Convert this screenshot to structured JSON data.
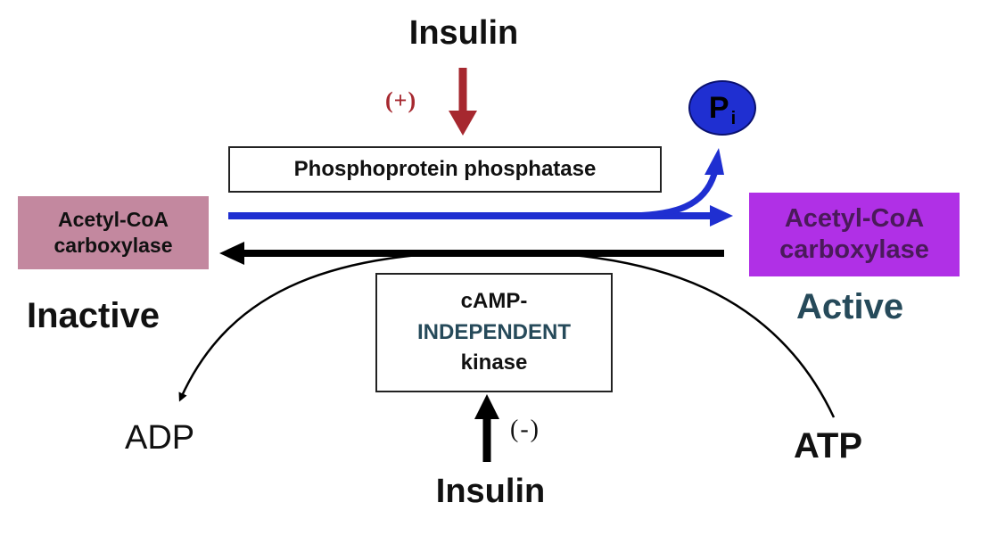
{
  "regulators": {
    "top_insulin": "Insulin",
    "top_effect": "(+)",
    "bottom_insulin": "Insulin",
    "bottom_effect": "(-)"
  },
  "enzymes": {
    "phosphatase": "Phosphoprotein phosphatase",
    "kinase_line1": "cAMP-",
    "kinase_line2": "INDEPENDENT",
    "kinase_line3": "kinase"
  },
  "substrate": {
    "inactive_line1": "Acetyl-CoA",
    "inactive_line2": "carboxylase",
    "inactive_state": "Inactive",
    "active_line1": "Acetyl-CoA",
    "active_line2": "carboxylase",
    "active_state": "Active"
  },
  "products": {
    "pi_main": "P",
    "pi_sub": "i",
    "adp": "ADP",
    "atp": "ATP"
  },
  "colors": {
    "insulin_activation_arrow": "#a6282f",
    "dephosphorylation_arrow": "#1f2fd1",
    "phosphorylation_arrow": "#000000",
    "inactive_box": "#c3889f",
    "active_box": "#b030e6",
    "active_text": "#264a5a"
  }
}
